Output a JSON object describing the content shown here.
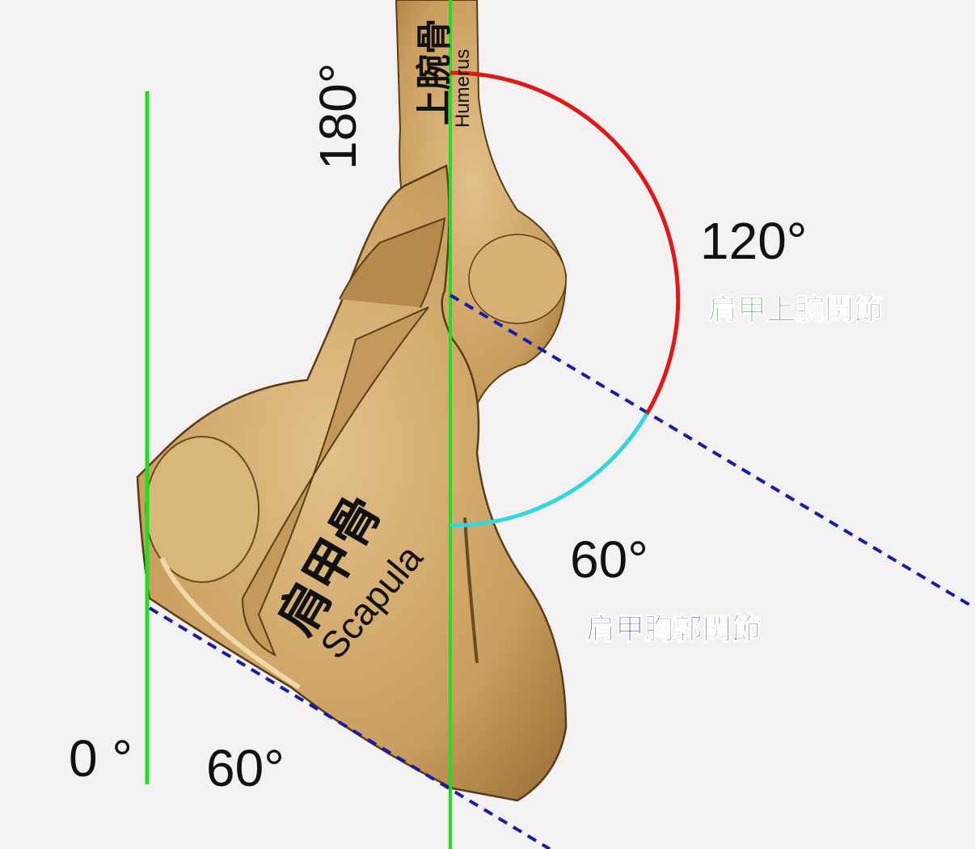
{
  "labels": {
    "angle_180": "180°",
    "angle_120": "120°",
    "angle_60_right": "60°",
    "angle_0": "0 °",
    "angle_60_bottom": "60°",
    "humerus_jp": "上腕骨",
    "humerus_en": "Humerus",
    "scapula_jp": "肩甲骨",
    "scapula_en": "Scapula",
    "glenohumeral_joint": "肩甲上腕関節",
    "scapulothoracic_joint": "肩甲胸郭関節"
  },
  "colors": {
    "reference_line": "#22dd22",
    "arc_glenohumeral": "#e01818",
    "arc_scapulothoracic": "#33d6dd",
    "dashed_line": "#1a1aa8",
    "bone": "#c8a064",
    "bone_shadow": "#8a6230",
    "glenohumeral_text": "#2f9a2f",
    "scapulothoracic_text": "#2a2ab0"
  },
  "angles": {
    "total_elevation": 180,
    "glenohumeral": 120,
    "scapulothoracic": 60
  }
}
